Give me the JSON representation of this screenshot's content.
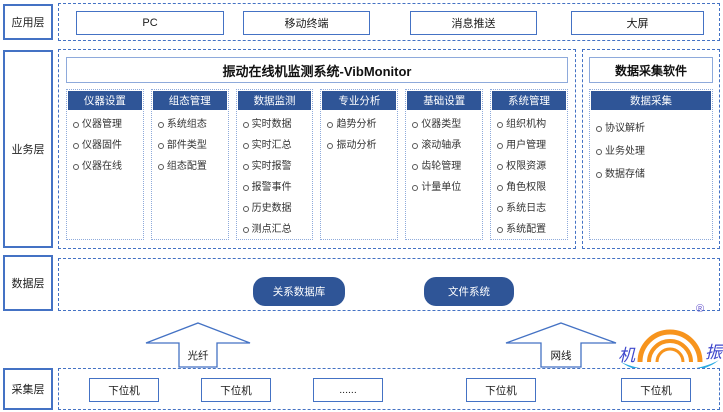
{
  "colors": {
    "primary_blue": "#2F5597",
    "border_blue": "#4472C4",
    "light_blue": "#8EAADB",
    "logo_orange": "#F7941D",
    "logo_wave_blue": "#29ABE2",
    "logo_text_blue": "#3F48CC"
  },
  "application_layer": {
    "label": "应用层",
    "items": [
      "PC",
      "移动终端",
      "消息推送",
      "大屏"
    ]
  },
  "business_layer": {
    "label": "业务层",
    "system_title": "振动在线机监测系统-VibMonitor",
    "columns": [
      {
        "header": "仪器设置",
        "items": [
          "仪器管理",
          "仪器固件",
          "仪器在线"
        ]
      },
      {
        "header": "组态管理",
        "items": [
          "系统组态",
          "部件类型",
          "组态配置"
        ]
      },
      {
        "header": "数据监测",
        "items": [
          "实时数据",
          "实时汇总",
          "实时报警",
          "报警事件",
          "历史数据",
          "测点汇总"
        ]
      },
      {
        "header": "专业分析",
        "items": [
          "趋势分析",
          "振动分析"
        ]
      },
      {
        "header": "基础设置",
        "items": [
          "仪器类型",
          "滚动轴承",
          "齿轮管理",
          "计量单位"
        ]
      },
      {
        "header": "系统管理",
        "items": [
          "组织机构",
          "用户管理",
          "权限资源",
          "角色权限",
          "系统日志",
          "系统配置"
        ]
      }
    ],
    "daq_software_title": "数据采集软件",
    "daq_column": {
      "header": "数据采集",
      "items": [
        "协议解析",
        "业务处理",
        "数据存储"
      ]
    }
  },
  "data_layer": {
    "label": "数据层",
    "nodes": [
      "关系数据库",
      "文件系统"
    ],
    "registered_mark": "®"
  },
  "links": {
    "left_arrow_label": "光纤",
    "right_arrow_label": "网线"
  },
  "collection_layer": {
    "label": "采集层",
    "items": [
      "下位机",
      "下位机",
      "......",
      "下位机",
      "下位机"
    ]
  },
  "logo": {
    "left_char": "机",
    "right_char": "振"
  }
}
